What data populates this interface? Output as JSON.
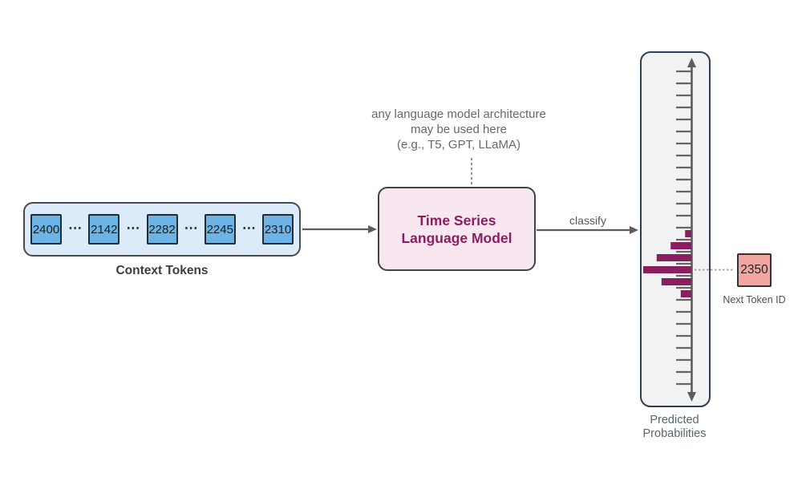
{
  "figure": {
    "context": {
      "label": "Context Tokens",
      "tokens": [
        "2400",
        "2142",
        "2282",
        "2245",
        "2310"
      ],
      "separator": "⋯"
    },
    "model": {
      "line1": "Time Series",
      "line2": "Language Model"
    },
    "annotation": {
      "line1": "any language model architecture",
      "line2": "may be used here",
      "line3": "(e.g., T5, GPT, LLaMA)"
    },
    "classify_label": "classify",
    "output": {
      "panel_label_line1": "Predicted",
      "panel_label_line2": "Probabilities",
      "next_token_value": "2350",
      "next_token_label": "Next Token ID"
    },
    "colors": {
      "token_fill": "#6cb3e6",
      "container_fill": "#dcebfa",
      "model_fill": "#f8e6f1",
      "accent_magenta": "#8a1f5f",
      "next_token_fill": "#f3a59f",
      "panel_fill": "#f2f2f3",
      "panel_border": "#2f3e52",
      "line_gray": "#5d5d5d"
    }
  },
  "chart_data": {
    "type": "bar",
    "orientation": "horizontal",
    "title": "Predicted Probabilities",
    "values": [
      0.13,
      0.43,
      0.72,
      1.0,
      0.62,
      0.22
    ],
    "highlight_index": 3,
    "highlight_token": "2350",
    "tick_count": 27,
    "bar_color": "#8a1f5f",
    "legend": "off",
    "note": "vertical token-id axis with arrowheads at both ends; magenta bars extend left of axis; longest bar aligns with next token id 2350"
  }
}
